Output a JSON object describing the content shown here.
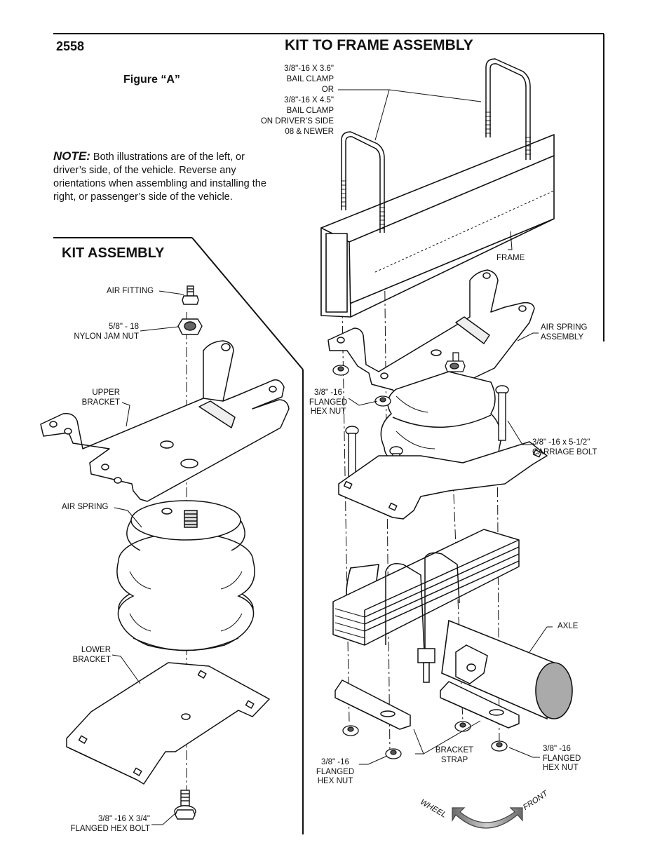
{
  "header": {
    "part_number": "2558",
    "title": "KIT TO FRAME ASSEMBLY",
    "figure_label": "Figure  “A”"
  },
  "note": {
    "label": "NOTE:",
    "text": "Both illustrations are of the left, or driver’s side, of the vehicle. Reverse any orientations when assembling and installing the right, or passenger’s side of the vehicle."
  },
  "kit_assembly": {
    "title": "KIT ASSEMBLY",
    "labels": {
      "air_fitting": "AIR FITTING",
      "nut_1": "5/8\" - 18",
      "nut_2": "NYLON JAM NUT",
      "upper_1": "UPPER",
      "upper_2": "BRACKET",
      "air_spring": "AIR SPRING",
      "lower_1": "LOWER",
      "lower_2": "BRACKET",
      "bolt_1": "3/8\" -16 X 3/4\"",
      "bolt_2": "FLANGED HEX BOLT"
    }
  },
  "frame_assembly": {
    "labels": {
      "clamp_1": "3/8\"-16 X 3.6\"",
      "clamp_2": "BAIL CLAMP",
      "clamp_3": "OR",
      "clamp_4": "3/8\"-16 X 4.5\"",
      "clamp_5": "BAIL CLAMP",
      "clamp_6": "ON DRIVER’S SIDE",
      "clamp_7": "08 & NEWER",
      "frame": "FRAME",
      "asa_1": "AIR SPRING",
      "asa_2": "ASSEMBLY",
      "fhn_a1": "3/8\" -16",
      "fhn_a2": "FLANGED",
      "fhn_a3": "HEX NUT",
      "carriage_1": "3/8\" -16 x 5-1/2\"",
      "carriage_2": "CARRIAGE BOLT",
      "axle": "AXLE",
      "fhn_b1": "3/8\" -16",
      "fhn_b2": "FLANGED",
      "fhn_b3": "HEX NUT",
      "strap_1": "BRACKET",
      "strap_2": "STRAP",
      "fhn_c1": "3/8\" -16",
      "fhn_c2": "FLANGED",
      "fhn_c3": "HEX NUT",
      "wheel": "WHEEL",
      "front": "FRONT"
    }
  }
}
